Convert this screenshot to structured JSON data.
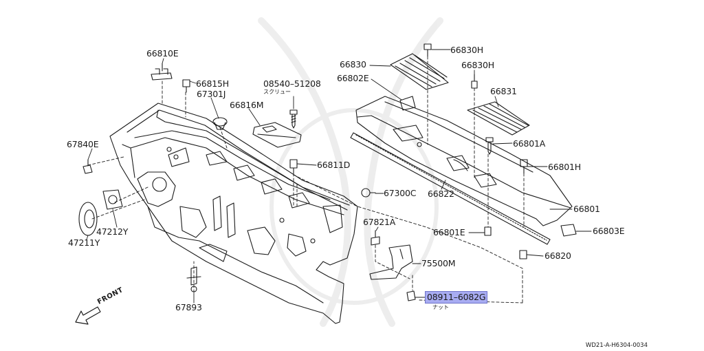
{
  "diagram": {
    "highlight_color": "#a8acf2",
    "parts": [
      {
        "id": "p66810E",
        "label": "66810E"
      },
      {
        "id": "p66815H",
        "label": "66815H"
      },
      {
        "id": "p67301J",
        "label": "67301J"
      },
      {
        "id": "p66816M",
        "label": "66816M"
      },
      {
        "id": "p0854051208",
        "label": "08540–51208",
        "note": "スクリュー"
      },
      {
        "id": "p67840E",
        "label": "67840E"
      },
      {
        "id": "p66811D",
        "label": "66811D"
      },
      {
        "id": "p66830",
        "label": "66830"
      },
      {
        "id": "p66830H_a",
        "label": "66830H"
      },
      {
        "id": "p66830H_b",
        "label": "66830H"
      },
      {
        "id": "p66802E",
        "label": "66802E"
      },
      {
        "id": "p66831",
        "label": "66831"
      },
      {
        "id": "p66801A",
        "label": "66801A"
      },
      {
        "id": "p66801H",
        "label": "66801H"
      },
      {
        "id": "p67300C",
        "label": "67300C"
      },
      {
        "id": "p66822",
        "label": "66822"
      },
      {
        "id": "p66801",
        "label": "66801"
      },
      {
        "id": "p67821A",
        "label": "67821A"
      },
      {
        "id": "p66801E",
        "label": "66801E"
      },
      {
        "id": "p66803E",
        "label": "66803E"
      },
      {
        "id": "p47212Y",
        "label": "47212Y"
      },
      {
        "id": "p47211Y",
        "label": "47211Y"
      },
      {
        "id": "p75500M",
        "label": "75500M"
      },
      {
        "id": "p66820",
        "label": "66820"
      },
      {
        "id": "p67893",
        "label": "67893"
      },
      {
        "id": "p089116082G",
        "label": "08911–6082G",
        "note": "ナット",
        "highlighted": true
      }
    ],
    "front_label": "FRONT",
    "reference": "WD21-A-H6304-0034"
  }
}
